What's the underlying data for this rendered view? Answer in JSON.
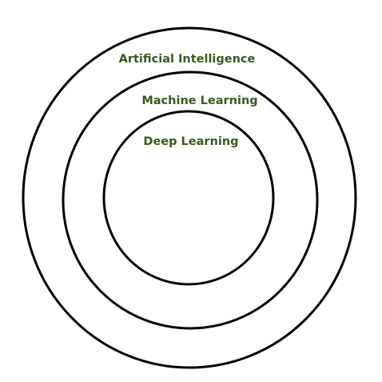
{
  "diagram": {
    "rings": [
      {
        "label": "Artificial Intelligence"
      },
      {
        "label": "Machine Learning"
      },
      {
        "label": "Deep Learning"
      }
    ]
  },
  "colors": {
    "label": "#3a5a1c",
    "stroke": "#000000",
    "background": "#ffffff"
  }
}
